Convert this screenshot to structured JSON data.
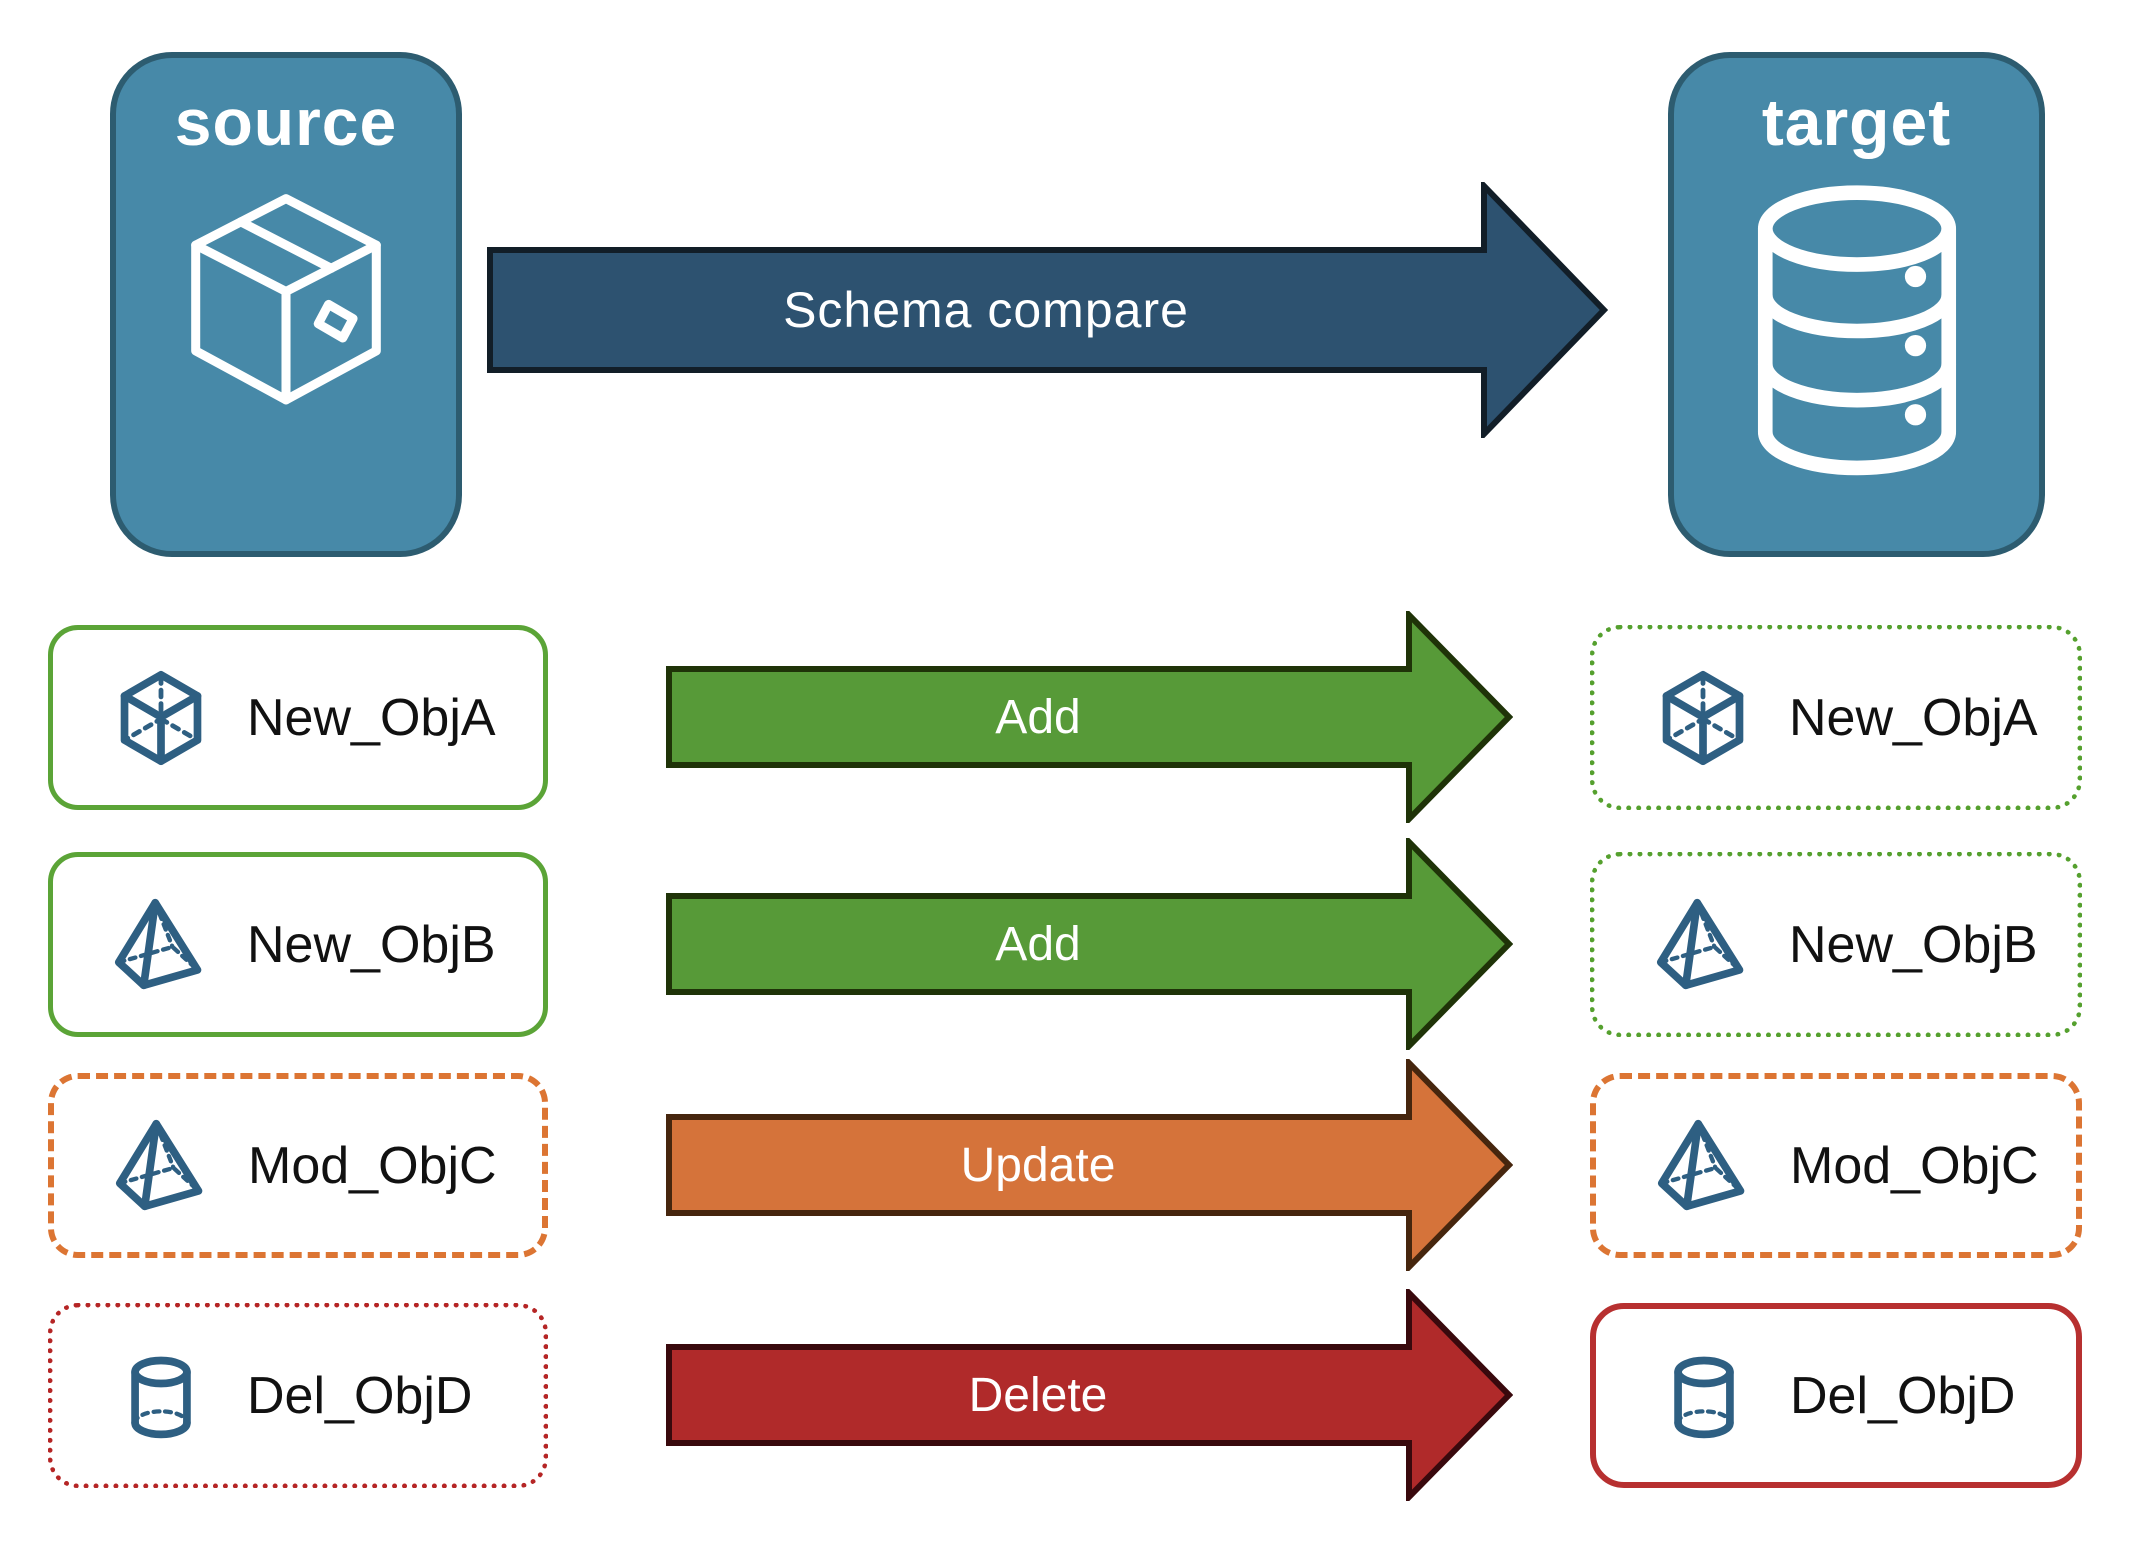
{
  "source_panel": {
    "label": "source",
    "icon": "package-box-icon"
  },
  "target_panel": {
    "label": "target",
    "icon": "database-icon"
  },
  "compare_arrow": {
    "label": "Schema compare"
  },
  "rows": [
    {
      "object": "New_ObjA",
      "icon": "cube-icon",
      "action": "Add",
      "source_box_style": "solid-green",
      "target_box_style": "dotted-green"
    },
    {
      "object": "New_ObjB",
      "icon": "pyramid-icon",
      "action": "Add",
      "source_box_style": "solid-green",
      "target_box_style": "dotted-green"
    },
    {
      "object": "Mod_ObjC",
      "icon": "pyramid-icon",
      "action": "Update",
      "source_box_style": "dashed-orange",
      "target_box_style": "dashed-orange"
    },
    {
      "object": "Del_ObjD",
      "icon": "cylinder-icon",
      "action": "Delete",
      "source_box_style": "dotted-red",
      "target_box_style": "solid-red"
    }
  ],
  "colors": {
    "panel_fill": "#4789A8",
    "panel_border": "#2D5C70",
    "compare_arrow_fill": "#2D5270",
    "compare_arrow_border": "#121E28",
    "add_arrow_fill": "#579A38",
    "add_arrow_border": "#1F3308",
    "update_arrow_fill": "#D5733A",
    "update_arrow_border": "#46260E",
    "delete_arrow_fill": "#B02A2A",
    "delete_arrow_border": "#39090D",
    "green_border": "#5BA437",
    "green_dotted_border": "#55A02E",
    "orange_border": "#DC7533",
    "red_dotted_border": "#B52525",
    "red_solid_border": "#B73030",
    "icon_blue": "#2E5F82",
    "label_text": "#111111",
    "arrow_text": "#FFFFFF"
  }
}
